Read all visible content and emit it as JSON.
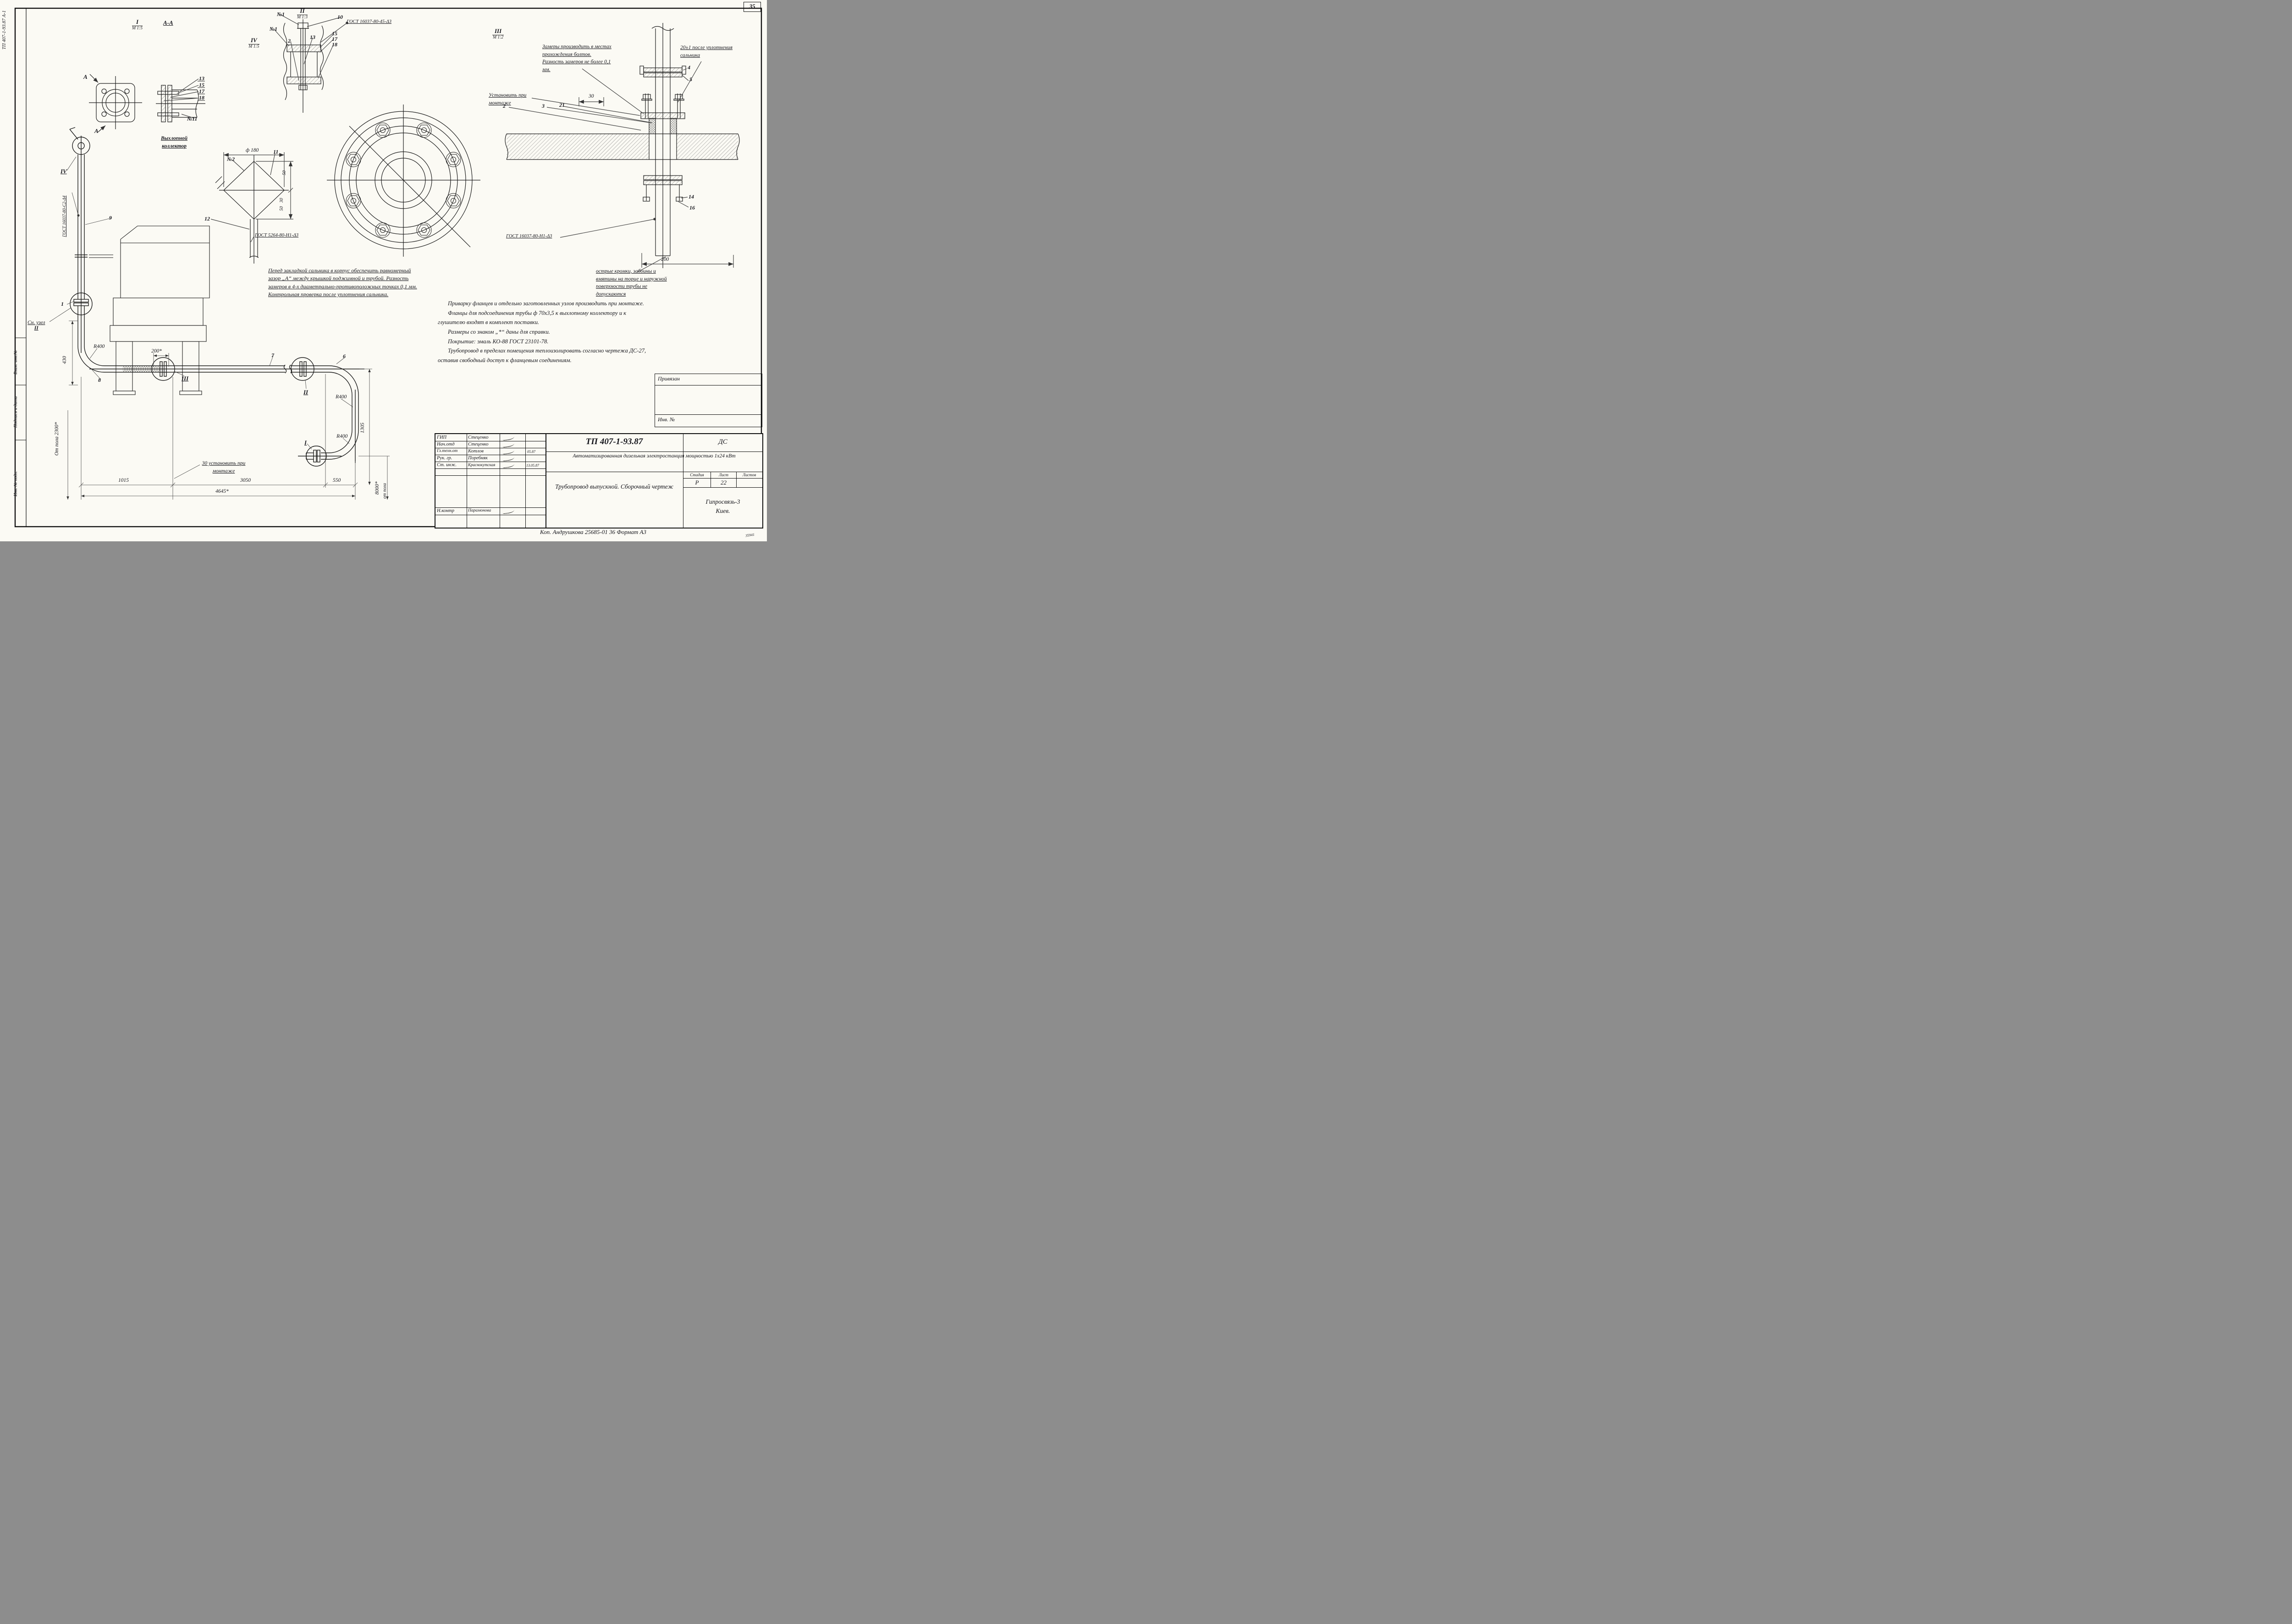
{
  "page": {
    "number": "35",
    "doc_code_side": "ТП 407-1-93.87 А-1",
    "format_note": "Коп.  Андрушкова 25685-01   36  Формат А3",
    "scribble": "35941"
  },
  "side_strip": {
    "top": "Взам. инв.№",
    "middle": "Подпись и дата",
    "bottom": "Инв. № подл."
  },
  "views": {
    "v1": {
      "num": "I",
      "scale": "М 1:5"
    },
    "aa": {
      "label": "А-А"
    },
    "v2": {
      "num": "II",
      "scale": "М 1:3"
    },
    "v3": {
      "num": "III",
      "scale": "М 1:2"
    },
    "v4": {
      "num": "IV",
      "scale": "М 1:5"
    }
  },
  "pointers": {
    "p1": "I",
    "p2": "II",
    "p3": "III",
    "p4": "IV",
    "a": "А"
  },
  "callouts": {
    "c1": "1",
    "c2": "2",
    "c3": "3",
    "c4": "4",
    "c5": "5",
    "c6": "6",
    "c7": "7",
    "c8": "8",
    "c9": "9",
    "c10": "10",
    "c11": "11",
    "c12": "12",
    "c13": "13",
    "c14": "14",
    "c15": "15",
    "c16": "16",
    "c17": "17",
    "c18": "18",
    "c21": "21",
    "w1": "№1",
    "w2": "№2",
    "w11": "№11"
  },
  "gost": {
    "g45": "ГОСТ 16037-80-45-Δ3",
    "gc2": "ГОСТ 16037-80-С2-Δ4",
    "g5264": "ГОСТ 5264-80-Н1-Δ3",
    "gn1": "ГОСТ 16037-80-Н1-Δ3"
  },
  "dims": {
    "d30": "30",
    "d50": "50",
    "d200": "200",
    "d200s": "200*",
    "d430": "430",
    "d1015": "1015",
    "d3050": "3050",
    "d550": "550",
    "d4645": "4645*",
    "d1305": "1305",
    "d8000": "8000*",
    "ot_pola": "от пола",
    "ot_pola_2300": "От пола 2300*",
    "r400": "R400",
    "f180": "ф 180"
  },
  "labels": {
    "collector": "Выхлопной коллектор",
    "sn_uzel": "Сн. узел",
    "sn_uzel_num": "II",
    "install_mount": "Установить при монтаже",
    "install_30": "30 установить при монтаже"
  },
  "notes": {
    "measure": "Замеры производить в местах прохождения болтов. Разность замеров не более 0,1 мм.",
    "after_seal": "20±1 после уплотнения сальника",
    "edges": "острые кромки, забоины и вмятины на торце и наружной поверхности трубы не допускаются",
    "seal_gap": "Перед закладкой сальника в корпус обеспечить равномерный зазор „А“ между крышкой поджимной и трубой. Разность замеров в 4-х диаметрально-противоположных точках 0,1 мм. Контрольная проверка после уплотнения сальника.",
    "main1": "Приварку фланцев и отдельно заготовленных узлов производить при монтаже.",
    "main2": "Фланцы для подсоединения трубы ф 70х3,5 к выхлопному коллектору и к глушителю входят в комплект поставки.",
    "main3": "Размеры со знаком „*“ даны для справки.",
    "main4": "Покрытие: эмаль КО-88  ГОСТ 23101-78.",
    "main5": "Трубопровод в пределах помещения теплоизолировать согласно чертежа ДС-27, оставив свободный доступ к фланцевым соединениям."
  },
  "ref_box": {
    "top": "Привязан",
    "bottom": "Инв. №"
  },
  "title_block": {
    "rows": [
      [
        "ГИП",
        "Стеценко"
      ],
      [
        "Нач.отд",
        "Стеценко"
      ],
      [
        "Гл.техн.от",
        "Котлов"
      ],
      [
        "Рук. гр.",
        "Поребняк"
      ],
      [
        "Ст. инж.",
        "Краснокутская"
      ],
      [
        "Н.контр",
        "Парамонова"
      ]
    ],
    "date1": "05.87",
    "date2": "13.05.87",
    "doc_number": "ТП 407-1-93.87",
    "doc_suffix": "ДС",
    "project": "Автоматизированная дизельная электростанция мощностью 1х24 кВт",
    "stage_label": "Стадия",
    "sheet_label": "Лист",
    "sheets_label": "Листов",
    "stage": "Р",
    "sheet": "22",
    "sheets": "",
    "drawing_title": "Трубопровод выпускной. Сборочный чертеж",
    "organization": "Гипросвязь-3 Киев."
  }
}
